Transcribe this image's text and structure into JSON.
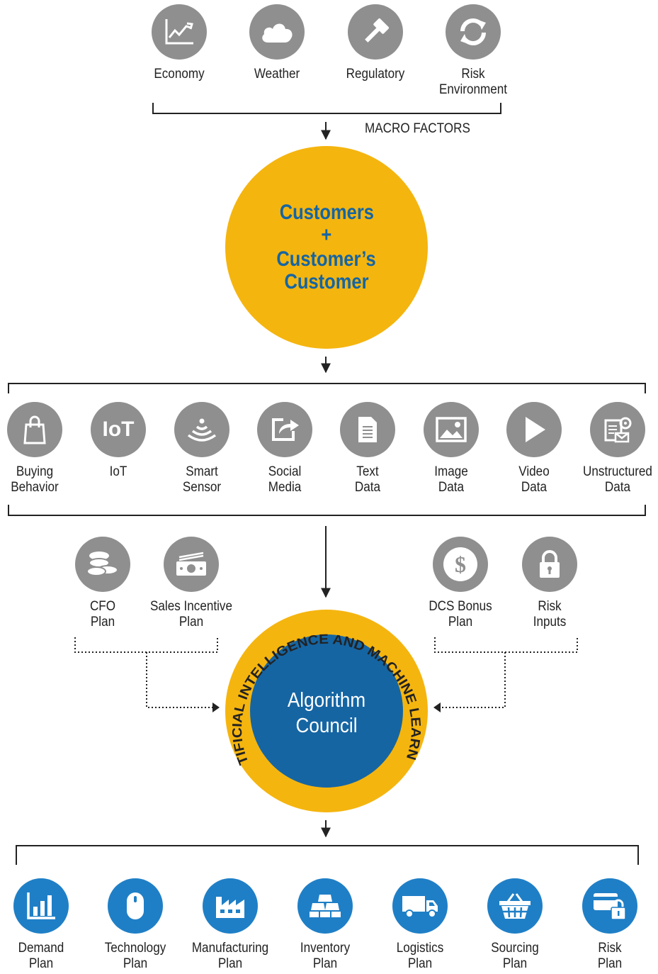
{
  "macro": {
    "items": [
      {
        "label": "Economy",
        "icon": "economy-chart-icon"
      },
      {
        "label": "Weather",
        "icon": "cloud-icon"
      },
      {
        "label": "Regulatory",
        "icon": "gavel-icon"
      },
      {
        "label": "Risk\nEnvironment",
        "icon": "refresh-arrows-icon"
      }
    ],
    "caption": "MACRO FACTORS"
  },
  "customer": {
    "line1": "Customers",
    "line2": "+",
    "line3": "Customer’s",
    "line4": "Customer"
  },
  "sources": [
    {
      "label": "Buying\nBehavior",
      "icon": "shopping-bag-icon"
    },
    {
      "label": "IoT",
      "icon": "iot-icon",
      "glyph": "IoT"
    },
    {
      "label": "Smart\nSensor",
      "icon": "sensor-waves-icon"
    },
    {
      "label": "Social\nMedia",
      "icon": "share-icon"
    },
    {
      "label": "Text\nData",
      "icon": "document-icon"
    },
    {
      "label": "Image\nData",
      "icon": "image-icon"
    },
    {
      "label": "Video\nData",
      "icon": "play-icon"
    },
    {
      "label": "Unstructured\nData",
      "icon": "unstructured-data-icon"
    }
  ],
  "inputs": {
    "left": [
      {
        "label": "CFO\nPlan",
        "icon": "coins-icon"
      },
      {
        "label": "Sales Incentive\nPlan",
        "icon": "cash-icon"
      }
    ],
    "right": [
      {
        "label": "DCS Bonus\nPlan",
        "icon": "dollar-icon",
        "glyph": "$"
      },
      {
        "label": "Risk\nInputs",
        "icon": "lock-icon"
      }
    ]
  },
  "council": {
    "ring_text": "ARTIFICIAL INTELLIGENCE AND MACHINE LEARNING",
    "line1": "Algorithm",
    "line2": "Council"
  },
  "plans": [
    {
      "label": "Demand\nPlan",
      "icon": "bar-chart-icon"
    },
    {
      "label": "Technology\nPlan",
      "icon": "mouse-icon"
    },
    {
      "label": "Manufacturing\nPlan",
      "icon": "factory-icon"
    },
    {
      "label": "Inventory\nPlan",
      "icon": "stacked-bars-icon"
    },
    {
      "label": "Logistics\nPlan",
      "icon": "truck-icon"
    },
    {
      "label": "Sourcing\nPlan",
      "icon": "basket-icon"
    },
    {
      "label": "Risk\nPlan",
      "icon": "card-lock-icon"
    }
  ],
  "colors": {
    "gray_icon": "#8f8f8f",
    "blue_icon": "#1f7fc6",
    "gold": "#f5b50f",
    "navy": "#1565a3",
    "line": "#222222"
  }
}
